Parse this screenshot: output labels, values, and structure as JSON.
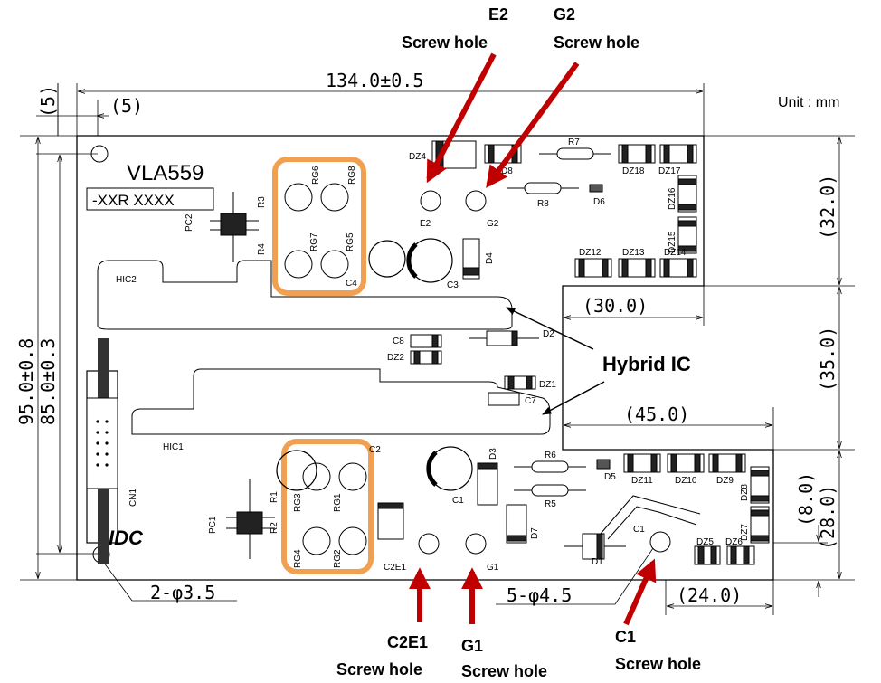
{
  "unit_label": "Unit : mm",
  "board": {
    "model": "VLA559",
    "marking": "-XXR  XXXX",
    "logo": "IDC"
  },
  "callouts": {
    "e2": {
      "line1": "E2",
      "line2": "Screw hole"
    },
    "g2": {
      "line1": "G2",
      "line2": "Screw hole"
    },
    "c2e1": {
      "line1": "C2E1",
      "line2": "Screw hole"
    },
    "g1": {
      "line1": "G1",
      "line2": "Screw hole"
    },
    "c1": {
      "line1": "C1",
      "line2": "Screw hole"
    },
    "hybrid_ic": "Hybrid IC"
  },
  "dimensions": {
    "width": "134.0±0.5",
    "edge_top": "(5)",
    "edge_left": "(5)",
    "height_outer": "95.0±0.8",
    "height_inner": "85.0±0.3",
    "right_upper": "(32.0)",
    "right_middle": "(35.0)",
    "right_lower": "(28.0)",
    "right_small": "(8.0)",
    "notch_upper": "(30.0)",
    "notch_lower": "(45.0)",
    "bottom_right": "(24.0)",
    "mount_holes": "2-φ3.5",
    "screw_holes": "5-φ4.5"
  },
  "pads": {
    "e2": "E2",
    "g2": "G2",
    "c2e1": "C2E1",
    "g1": "G1",
    "c1": "C1"
  },
  "ic_labels": {
    "hic1": "HIC1",
    "hic2": "HIC2",
    "cn1": "CN1",
    "pc1": "PC1",
    "pc2": "PC2"
  },
  "components": {
    "dz4": "DZ4",
    "d8": "D8",
    "r7": "R7",
    "dz18": "DZ18",
    "dz17": "DZ17",
    "dz16": "DZ16",
    "dz15": "DZ15",
    "dz14": "DZ14",
    "dz13": "DZ13",
    "dz12": "DZ12",
    "r8": "R8",
    "d6": "D6",
    "d4": "D4",
    "c3": "C3",
    "c4": "C4",
    "r3": "R3",
    "r4": "R4",
    "rg6": "RG6",
    "rg8": "RG8",
    "rg7": "RG7",
    "rg5": "RG5",
    "c8": "C8",
    "dz2": "DZ2",
    "d2": "D2",
    "dz1": "DZ1",
    "c7": "C7",
    "c2": "C2",
    "d3": "D3",
    "r6": "R6",
    "r5": "R5",
    "c1": "C1",
    "d5": "D5",
    "dz11": "DZ11",
    "dz10": "DZ10",
    "dz9": "DZ9",
    "dz8": "DZ8",
    "dz7": "DZ7",
    "dz6": "DZ6",
    "dz5": "DZ5",
    "d7": "D7",
    "d1": "D1",
    "rg3": "RG3",
    "rg1": "RG1",
    "rg4": "RG4",
    "rg2": "RG2",
    "r1": "R1",
    "r2": "R2",
    "c1b": "C1"
  },
  "colors": {
    "arrow": "#c00000",
    "highlight": "#f0a050",
    "line": "#000000"
  }
}
